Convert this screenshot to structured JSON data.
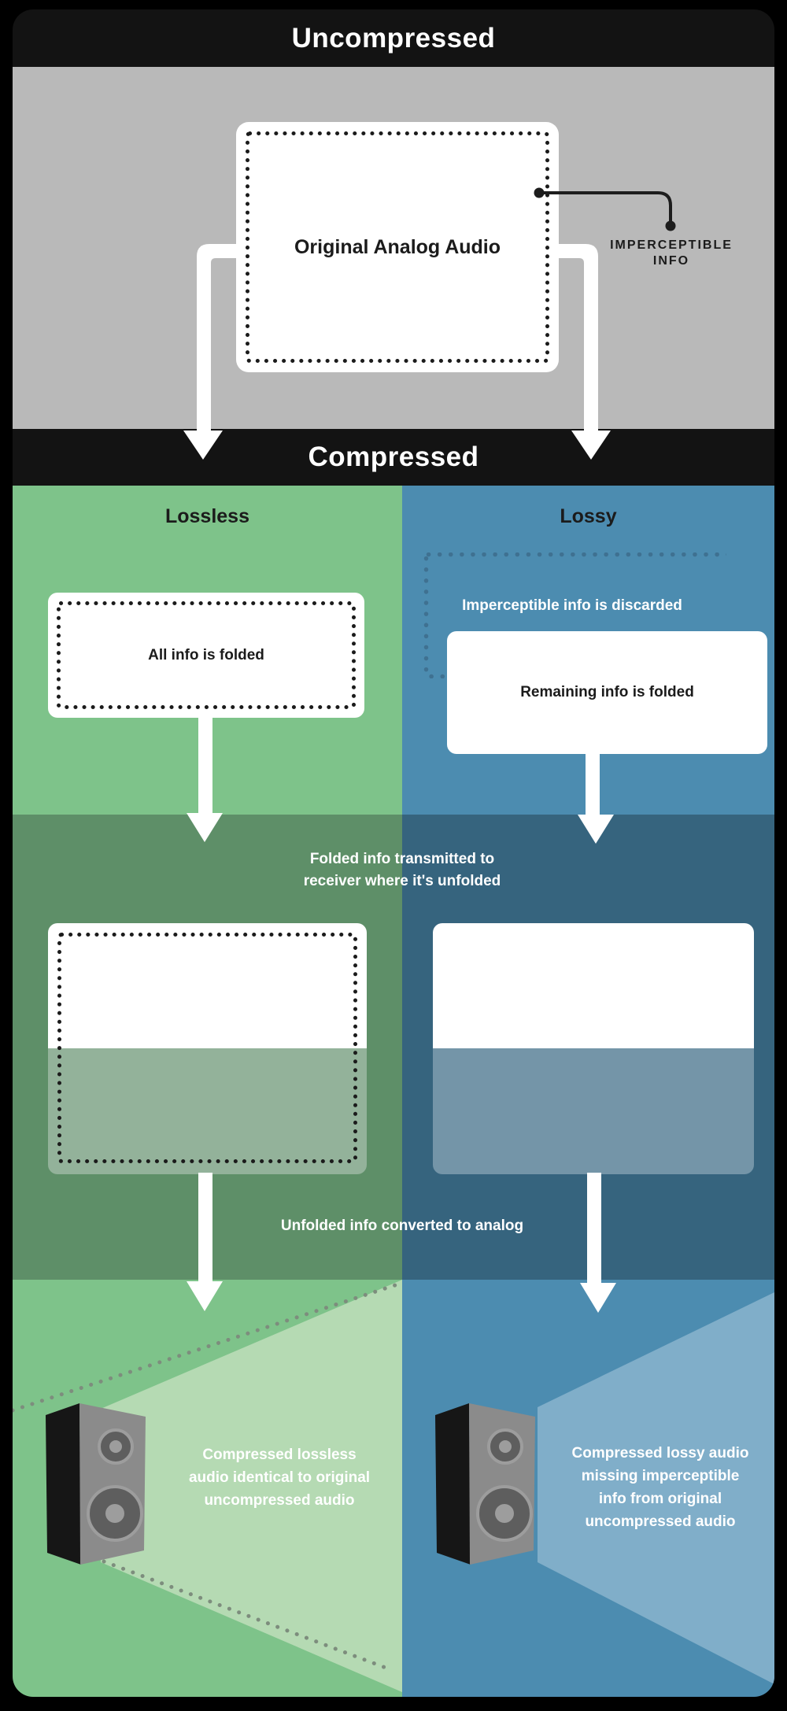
{
  "colors": {
    "bg": "#000000",
    "bar": "#131313",
    "gray": "#b9b9b9",
    "ink": "#1b1b1b",
    "white": "#ffffff",
    "green": "#7ec38a",
    "blue": "#4c8cb0",
    "green-dark": "#5e8f68",
    "blue-dark": "#36647e",
    "green-muted": "#93b29a",
    "blue-muted": "#7495a8",
    "cone-green": "#b5dab3",
    "cone-blue": "#80aec9",
    "dot-blue": "#3f7191",
    "dot-cone": "#7d8d7d",
    "speaker-front": "#8b8b8b",
    "speaker-side": "#161616",
    "speaker-dark": "#5e5e5e",
    "speaker-light": "#9d9d9d"
  },
  "header": {
    "uncompressed": "Uncompressed",
    "compressed": "Compressed"
  },
  "uncompressed_section": {
    "box_label": "Original Analog Audio",
    "callout_line1": "IMPERCEPTIBLE",
    "callout_line2": "INFO"
  },
  "lossless": {
    "header": "Lossless",
    "fold_box_label": "All info is folded",
    "result_lines": [
      "Compressed lossless",
      "audio identical to original",
      "uncompressed audio"
    ]
  },
  "lossy": {
    "header": "Lossy",
    "discard_label": "Imperceptible info is discarded",
    "fold_box_label": "Remaining info is folded",
    "result_lines": [
      "Compressed lossy audio",
      "missing imperceptible",
      "info from original",
      "uncompressed audio"
    ]
  },
  "transmission": {
    "line1": "Folded info transmitted to",
    "line2": "receiver where it's unfolded"
  },
  "conversion": {
    "label": "Unfolded info converted to analog"
  }
}
